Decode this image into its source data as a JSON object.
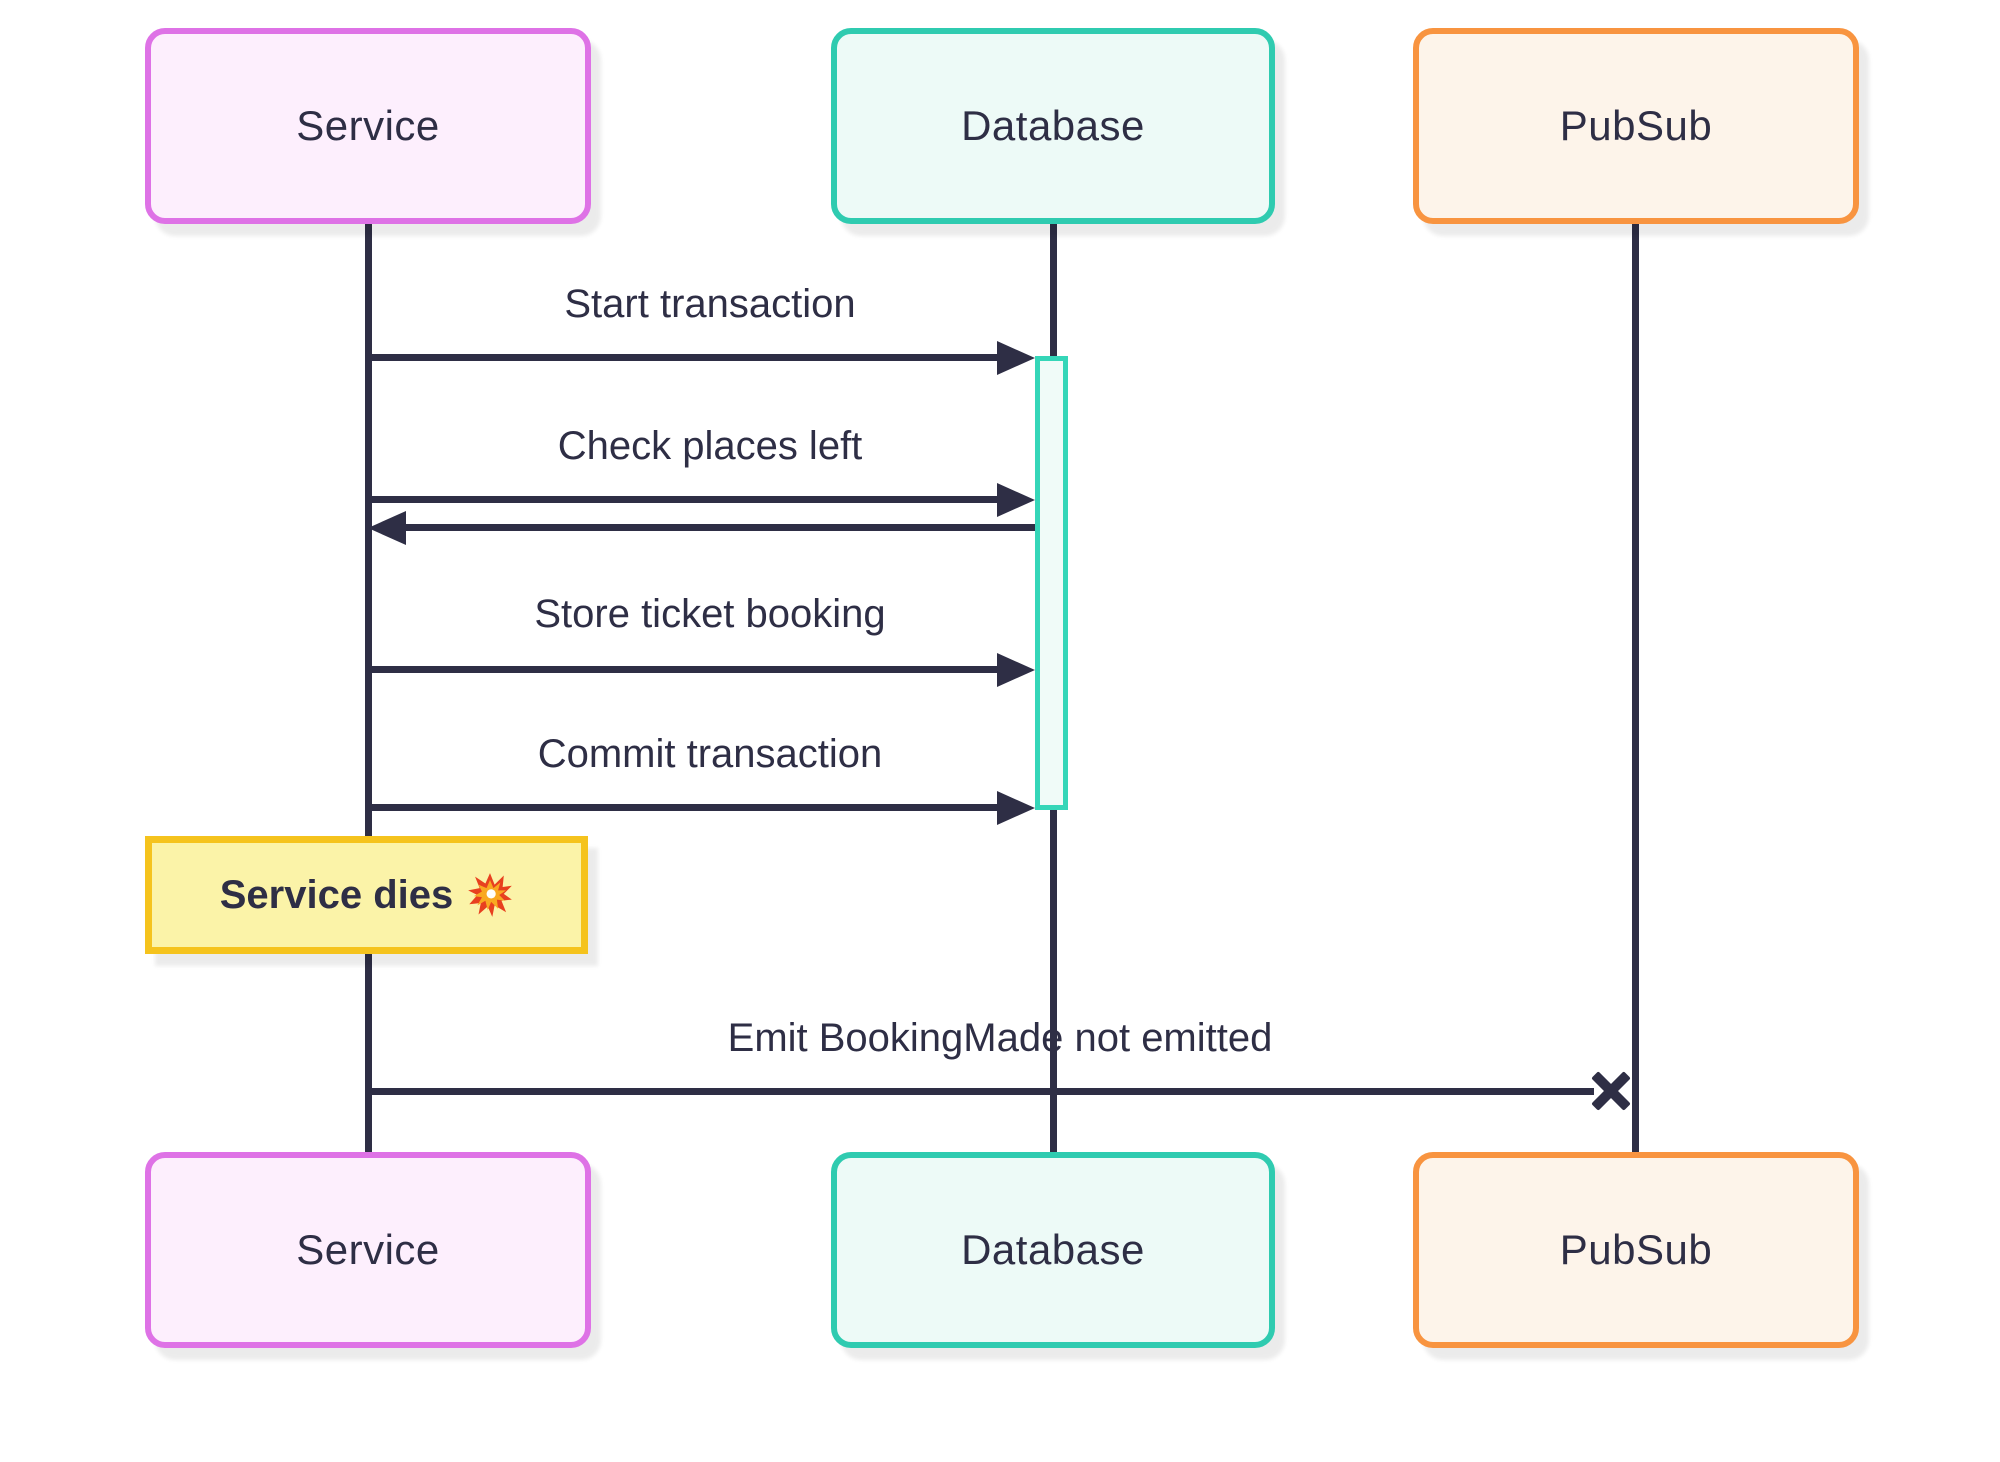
{
  "diagram_type": "sequence-diagram",
  "actors": [
    {
      "id": "service",
      "label": "Service"
    },
    {
      "id": "database",
      "label": "Database"
    },
    {
      "id": "pubsub",
      "label": "PubSub"
    }
  ],
  "messages": [
    {
      "from": "Service",
      "to": "Database",
      "label": "Start transaction",
      "arrow": "solid-filled"
    },
    {
      "from": "Service",
      "to": "Database",
      "label": "Check places left",
      "arrow": "solid-filled",
      "has_reply": true
    },
    {
      "from": "Service",
      "to": "Database",
      "label": "Store ticket booking",
      "arrow": "solid-filled"
    },
    {
      "from": "Service",
      "to": "Database",
      "label": "Commit transaction",
      "arrow": "solid-filled"
    },
    {
      "from": "Service",
      "to": "PubSub",
      "label": "Emit BookingMade not emitted",
      "arrow": "lost-message-x"
    }
  ],
  "note": {
    "target": "Service",
    "label": "Service dies",
    "emoji": "💥",
    "icon": "collision-icon"
  },
  "activation": {
    "actor": "Database",
    "from_message": "Start transaction",
    "to_message": "Commit transaction"
  },
  "colors": {
    "service_border": "#de72e6",
    "service_fill": "#fdeffd",
    "database_border": "#2fcbb0",
    "database_fill": "#edfaf7",
    "pubsub_border": "#f89440",
    "pubsub_fill": "#fdf4ea",
    "note_border": "#f5c31d",
    "note_fill": "#fbf3a8",
    "activation_border": "#35d6b8",
    "activation_fill": "#f0fbf8",
    "line": "#2e2e45",
    "text": "#2e2e45"
  }
}
